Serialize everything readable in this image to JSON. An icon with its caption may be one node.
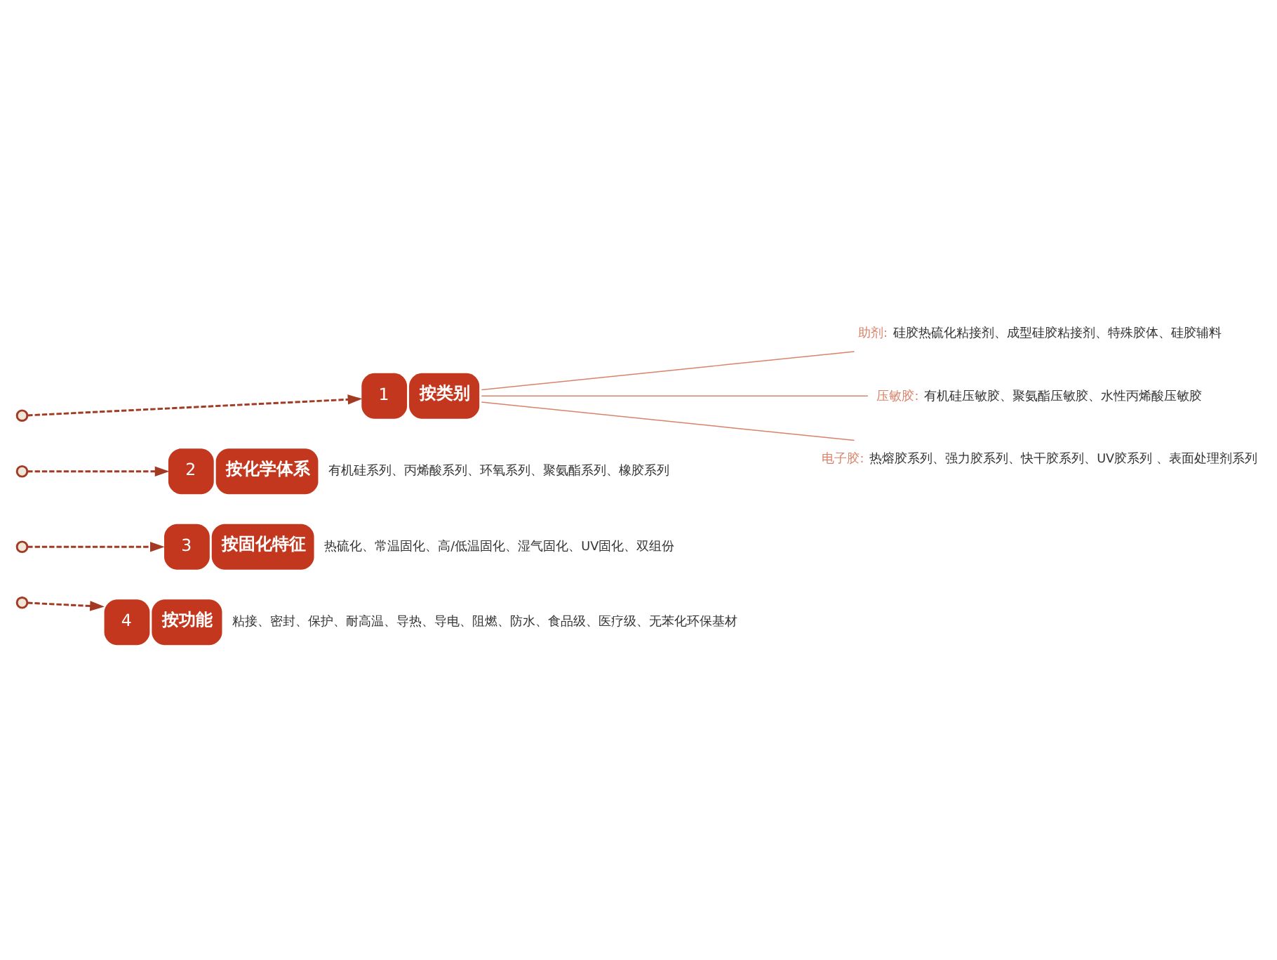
{
  "diagram": {
    "nodes": [
      {
        "text": [],
        "shape": "circle"
      },
      {
        "text": [],
        "shape": "circle"
      },
      {
        "text": [],
        "shape": "circle"
      },
      {
        "text": [],
        "shape": "circle"
      },
      {
        "text": [
          "1",
          "按类别"
        ]
      },
      {
        "text": [
          "2",
          "按化学体系"
        ],
        "beside": [
          "有机硅系列、丙烯酸系列、环氧系列、聚氨酯系列、橡胶系列"
        ]
      },
      {
        "text": [
          "3",
          "按固化特征"
        ],
        "beside": [
          "热硫化、常温固化、高/低温固化、湿气固化、UV固化、双组份"
        ]
      },
      {
        "text": [
          "4",
          "按功能"
        ],
        "beside": [
          "粘接、密封、保护、耐高温、导热、导电、阻燃、防水、食品级、医疗级、无苯化环保基材"
        ]
      },
      {
        "text": [
          "助剂:",
          "硅胶热硫化粘接剂、成型硅胶粘接剂、特殊胶体、硅胶辅料"
        ]
      },
      {
        "text": [
          "压敏胶:",
          "有机硅压敏胶、聚氨酯压敏胶、水性丙烯酸压敏胶"
        ]
      },
      {
        "text": [
          "电子胶:",
          "热熔胶系列、强力胶系列、快干胶系列、UV胶系列 、表面处理剂系列"
        ]
      }
    ],
    "edges": [
      {
        "from": 0,
        "to": 4,
        "arrow": "to",
        "style": "dashed"
      },
      {
        "from": 1,
        "to": 5,
        "arrow": "to",
        "style": "dashed"
      },
      {
        "from": 2,
        "to": 6,
        "arrow": "to",
        "style": "dashed"
      },
      {
        "from": 3,
        "to": 7,
        "arrow": "to",
        "style": "dashed"
      },
      {
        "from": 4,
        "to": 8,
        "arrow": "none",
        "color": "#d9826a"
      },
      {
        "from": 4,
        "to": 9,
        "arrow": "none",
        "color": "#d9826a"
      },
      {
        "from": 4,
        "to": 10,
        "arrow": "none",
        "color": "#d9826a"
      }
    ]
  }
}
